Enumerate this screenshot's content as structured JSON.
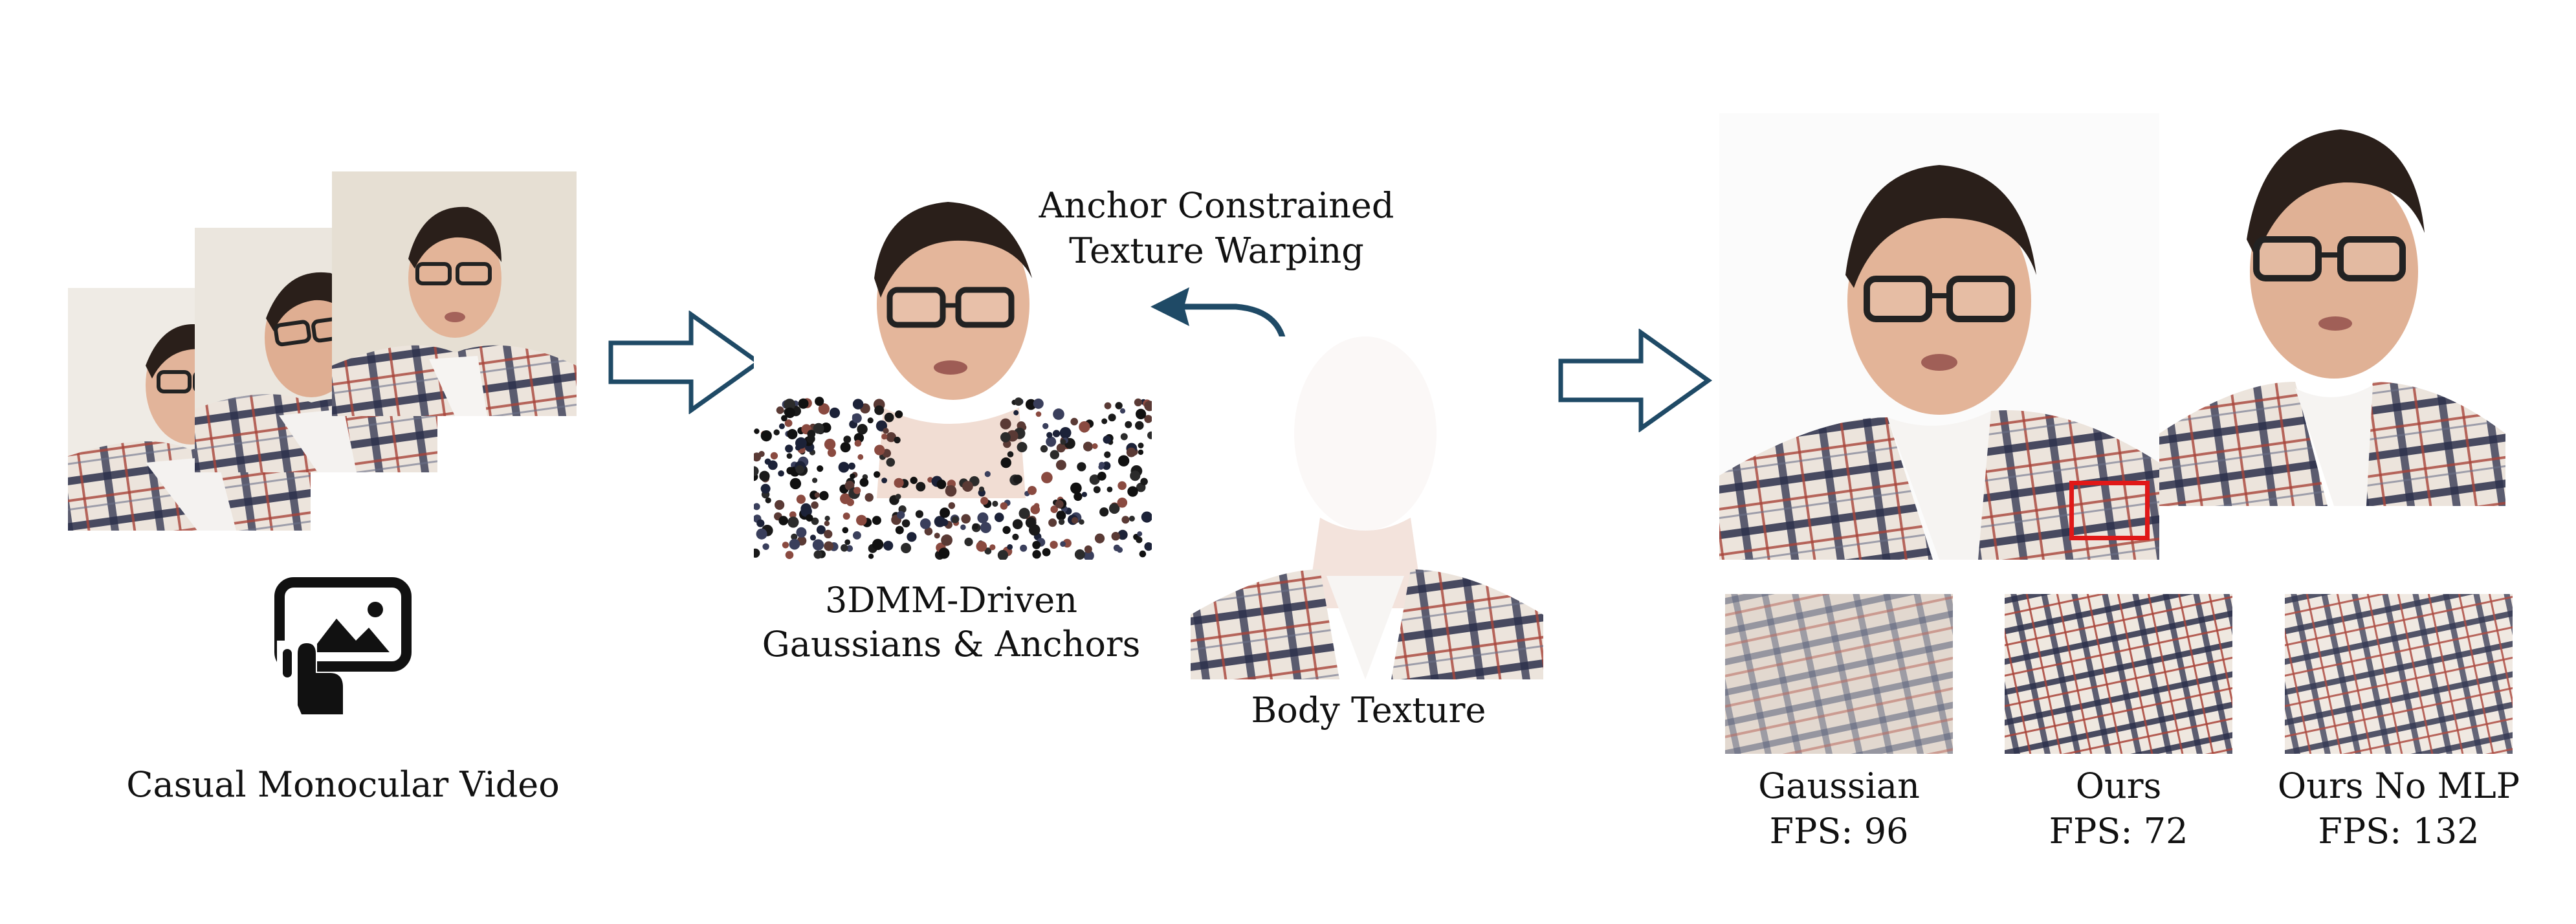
{
  "input": {
    "caption": "Casual Monocular Video",
    "icon": "touch-video-icon"
  },
  "gaussians": {
    "caption_line1": "3DMM-Driven",
    "caption_line2": "Gaussians & Anchors"
  },
  "warping": {
    "title_line1": "Anchor Constrained",
    "title_line2": "Texture Warping"
  },
  "body_texture": {
    "caption": "Body Texture"
  },
  "results": {
    "crops": [
      {
        "name": "Gaussian",
        "fps": "FPS: 96"
      },
      {
        "name": "Ours",
        "fps": "FPS: 72"
      },
      {
        "name": "Ours No MLP",
        "fps": "FPS: 132"
      }
    ]
  },
  "colors": {
    "arrow_stroke": "#1f4a66",
    "highlight_box": "#e01818",
    "shirt_plaid_dark": "#2b2f4a",
    "shirt_plaid_red": "#a8433a"
  }
}
